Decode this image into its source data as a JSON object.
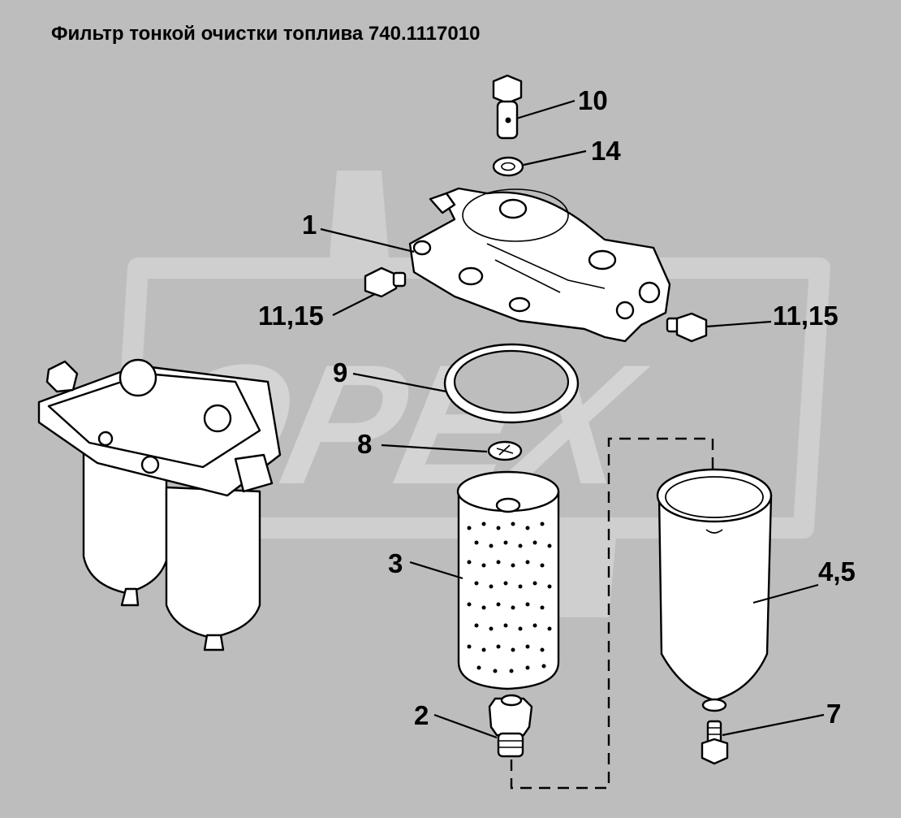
{
  "title": "Фильтр тонкой очистки топлива 740.1117010",
  "watermark": "OPEX",
  "callouts": {
    "p10": "10",
    "p14": "14",
    "p1": "1",
    "p11_15_left": "11,15",
    "p11_15_right": "11,15",
    "p9": "9",
    "p8": "8",
    "p3": "3",
    "p4_5": "4,5",
    "p2": "2",
    "p7": "7"
  },
  "colors": {
    "background": "#bdbdbd",
    "watermark": "#cfcfcf",
    "line": "#000000",
    "part_fill": "#ffffff"
  }
}
